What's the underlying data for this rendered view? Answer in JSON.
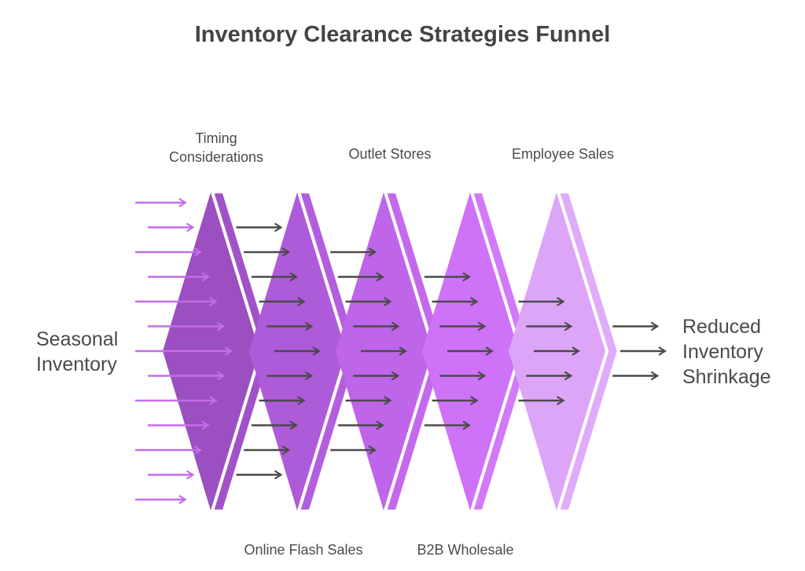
{
  "title": "Inventory Clearance Strategies Funnel",
  "input_label": "Seasonal Inventory",
  "output_label": "Reduced Inventory Shrinkage",
  "stages": [
    {
      "name": "Timing Considerations",
      "label_position": "top",
      "color": "#9B4FC0",
      "band_color": "#A152C8"
    },
    {
      "name": "Online Flash Sales",
      "label_position": "bottom",
      "color": "#AD5BD9",
      "band_color": "#B35EDF"
    },
    {
      "name": "Outlet Stores",
      "label_position": "top",
      "color": "#BF65EA",
      "band_color": "#C468EE"
    },
    {
      "name": "B2B Wholesale",
      "label_position": "bottom",
      "color": "#CE72F8",
      "band_color": "#D27AF9"
    },
    {
      "name": "Employee Sales",
      "label_position": "top",
      "color": "#DDA5F8",
      "band_color": "#E0ACF9"
    }
  ],
  "flow_counts": [
    13,
    11,
    9,
    7,
    5,
    3
  ],
  "colors": {
    "input_arrow": "#C56CEB",
    "flow_arrow": "#4A4A4A",
    "text": "#4A4A4A"
  }
}
